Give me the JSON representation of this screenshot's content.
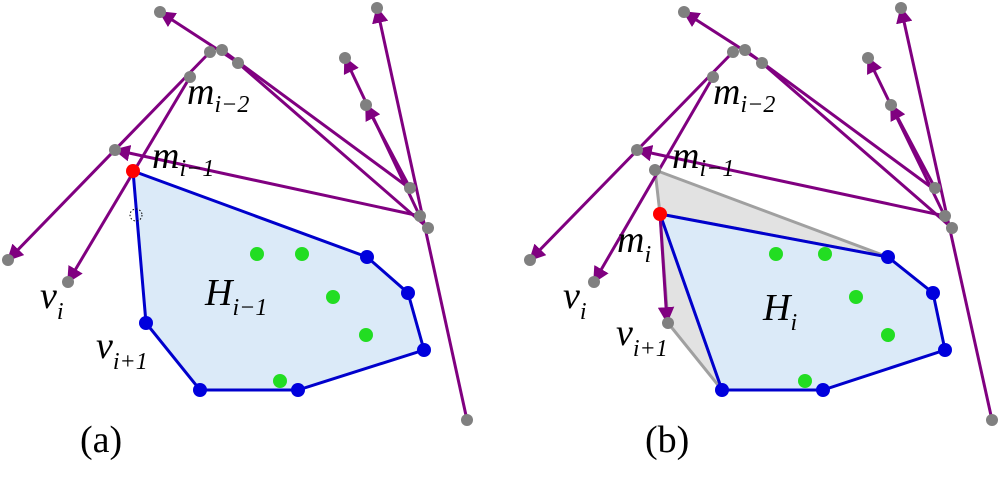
{
  "colors": {
    "arrow": "#800080",
    "hull_edge": "#0000cc",
    "hull_fill": "#dbeaf8",
    "hull_vertex": "#0000dd",
    "interior_point": "#22dd22",
    "current_point": "#ff0000",
    "endpoint": "#808080",
    "old_region": "#e2e2e2",
    "old_edge": "#a0a0a0"
  },
  "panels": [
    {
      "caption": "(a)",
      "hull_label": {
        "main": "H",
        "sub": "i−1"
      },
      "m_i2_label": {
        "main": "m",
        "sub": "i−2"
      },
      "m_i1_label": {
        "main": "m",
        "sub": "i−1"
      },
      "v_i_label": {
        "main": "v",
        "sub": "i"
      },
      "v_i1_label": {
        "main": "v",
        "sub": "i+1"
      }
    },
    {
      "caption": "(b)",
      "hull_label": {
        "main": "H",
        "sub": "i"
      },
      "m_i2_label": {
        "main": "m",
        "sub": "i−2"
      },
      "m_i1_label": {
        "main": "m",
        "sub": "i−1"
      },
      "m_i_label": {
        "main": "m",
        "sub": "i"
      },
      "v_i_label": {
        "main": "v",
        "sub": "i"
      },
      "v_i1_label": {
        "main": "v",
        "sub": "i+1"
      }
    }
  ]
}
